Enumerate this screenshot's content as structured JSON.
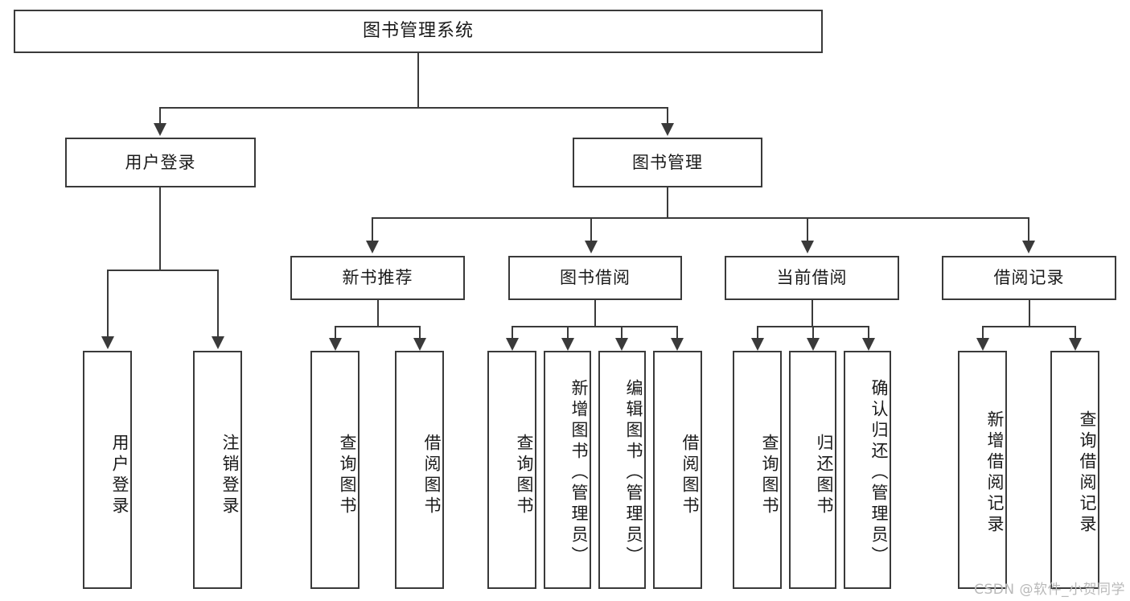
{
  "diagram": {
    "type": "hierarchy-tree",
    "title": "图书管理系统",
    "watermark": "CSDN @软件_小贺同学",
    "colors": {
      "stroke": "#3a3a3a",
      "fill": "#ffffff",
      "text": "#1a1a1a",
      "watermark": "#b9b9b9"
    },
    "levels": {
      "root": [
        "图书管理系统"
      ],
      "level2": [
        "用户登录",
        "图书管理"
      ],
      "level3": [
        "新书推荐",
        "图书借阅",
        "当前借阅",
        "借阅记录"
      ],
      "leaves": [
        "用户登录",
        "注销登录",
        "查询图书",
        "借阅图书",
        "查询图书",
        "新增图书（管理员）",
        "编辑图书（管理员）",
        "借阅图书",
        "查询图书",
        "归还图书",
        "确认归还（管理员）",
        "新增借阅记录",
        "查询借阅记录"
      ]
    },
    "nodes": {
      "root": {
        "label": "图书管理系统"
      },
      "user_login": {
        "label": "用户登录"
      },
      "book_mgmt": {
        "label": "图书管理"
      },
      "new_book_rec": {
        "label": "新书推荐"
      },
      "book_borrow": {
        "label": "图书借阅"
      },
      "current_borrow": {
        "label": "当前借阅"
      },
      "borrow_record": {
        "label": "借阅记录"
      },
      "leaf_user_login": {
        "label": "用户登录"
      },
      "leaf_logout": {
        "label": "注销登录"
      },
      "leaf_query_book_1": {
        "label": "查询图书"
      },
      "leaf_borrow_book_1": {
        "label": "借阅图书"
      },
      "leaf_query_book_2": {
        "label": "查询图书"
      },
      "leaf_add_book": {
        "label": "新增图书（管理员）"
      },
      "leaf_edit_book": {
        "label": "编辑图书（管理员）"
      },
      "leaf_borrow_book_2": {
        "label": "借阅图书"
      },
      "leaf_query_book_3": {
        "label": "查询图书"
      },
      "leaf_return_book": {
        "label": "归还图书"
      },
      "leaf_confirm_return": {
        "label": "确认归还（管理员）"
      },
      "leaf_add_record": {
        "label": "新增借阅记录"
      },
      "leaf_query_record": {
        "label": "查询借阅记录"
      }
    }
  }
}
